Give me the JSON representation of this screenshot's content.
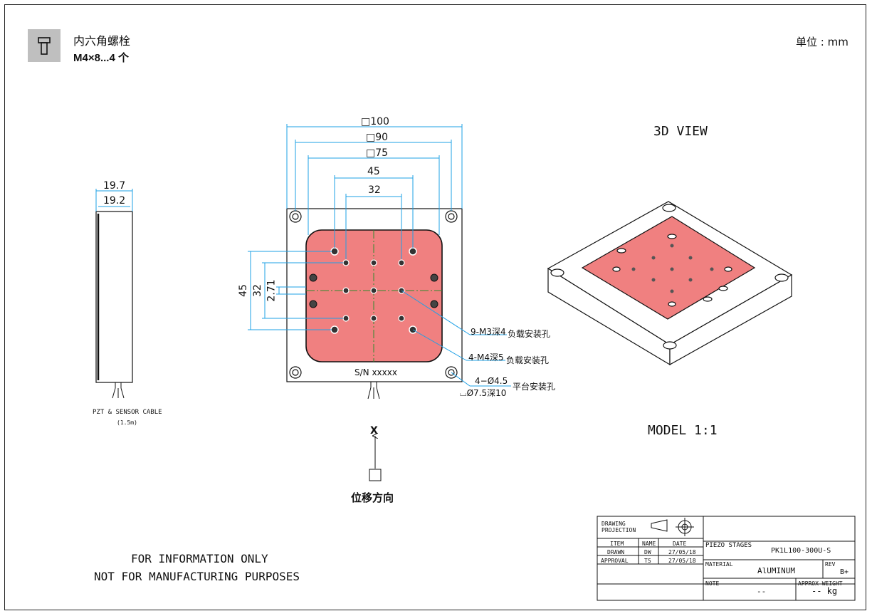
{
  "header": {
    "bolt_name": "内六角螺栓",
    "bolt_spec": "M4×8...4 个",
    "unit_label": "单位 : mm"
  },
  "side_view": {
    "dim_outer": "19.7",
    "dim_inner": "19.2",
    "cable_label": "PZT & SENSOR CABLE",
    "cable_length": "(1.5m)"
  },
  "top_view": {
    "dim_100": "□100",
    "dim_90": "□90",
    "dim_75": "□75",
    "dim_45": "45",
    "dim_32": "32",
    "dim_v45": "45",
    "dim_v32": "32",
    "dim_v271": "2.71",
    "serial": "S/N xxxxx",
    "callout_m3": "9-M3深4",
    "callout_m3_desc": "负载安装孔",
    "callout_m4": "4-M4深5",
    "callout_m4_desc": "负载安装孔",
    "callout_mount": "4−Ø4.5",
    "callout_mount_desc": "平台安装孔",
    "callout_cbore": "⌴Ø7.5深10",
    "axis_label": "X",
    "direction_label": "位移方向"
  },
  "view3d": {
    "title": "3D VIEW",
    "model_label": "MODEL 1:1"
  },
  "disclaimer": {
    "line1": "FOR INFORMATION ONLY",
    "line2": "NOT FOR MANUFACTURING PURPOSES"
  },
  "title_block": {
    "drawing_projection": "DRAWING PROJECTION",
    "col_item": "ITEM",
    "col_name": "NAME",
    "col_date": "DATE",
    "row1_item": "DRAWN",
    "row1_name": "DW",
    "row1_date": "27/05/18",
    "row2_item": "APPROVAL",
    "row2_name": "TS",
    "row2_date": "27/05/18",
    "product_label": "PIEZO STAGES",
    "part_no": "PK1L100-300U-S",
    "material_label": "MATERIAL",
    "material": "AlUMINUM",
    "rev_label": "REV",
    "rev": "B+",
    "note_label": "NOTE",
    "note": "--",
    "weight_label": "APPROX WEIGHT",
    "weight": "-- kg"
  },
  "colors": {
    "dim_line": "#1ea0e6",
    "platform": "#f08080",
    "centerline": "#2e8b2e"
  }
}
